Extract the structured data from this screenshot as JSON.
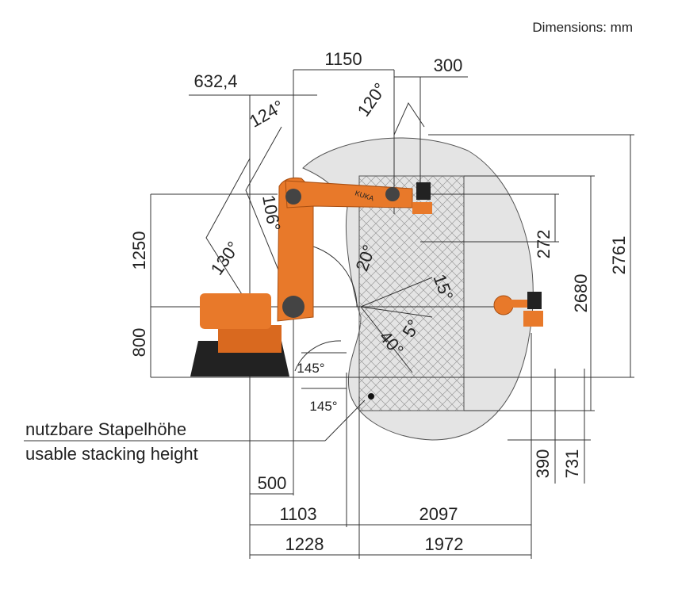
{
  "header": {
    "units": "Dimensions: mm"
  },
  "brand": "KUKA",
  "angles": {
    "a124": "124°",
    "a120": "120°",
    "a106": "106°",
    "a130": "130°",
    "a20": "20°",
    "a15": "15°",
    "a5": "5°",
    "a40": "40°",
    "a145a": "145°",
    "a145b": "145°"
  },
  "top_dims": {
    "d632": "632,4",
    "d1150": "1150",
    "d300": "300"
  },
  "left_dims": {
    "d1250": "1250",
    "d800": "800"
  },
  "right_dims": {
    "d272": "272",
    "d2680": "2680",
    "d2761": "2761",
    "d390": "390",
    "d731": "731"
  },
  "bottom_dims": {
    "d500": "500",
    "d1103": "1103",
    "d2097": "2097",
    "d1228": "1228",
    "d1972": "1972"
  },
  "legend": {
    "de": "nutzbare Stapelhöhe",
    "en": "usable stacking height"
  },
  "colors": {
    "robot": "#e8792a",
    "envelope": "#e4e4e4",
    "hatch": "#9a9a9a"
  }
}
